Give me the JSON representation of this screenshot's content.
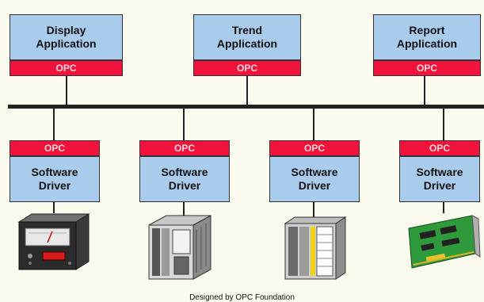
{
  "applications": [
    {
      "label_line1": "Display",
      "label_line2": "Application",
      "opc": "OPC"
    },
    {
      "label_line1": "Trend",
      "label_line2": "Application",
      "opc": "OPC"
    },
    {
      "label_line1": "Report",
      "label_line2": "Application",
      "opc": "OPC"
    }
  ],
  "drivers": [
    {
      "opc": "OPC",
      "label_line1": "Software",
      "label_line2": "Driver",
      "device": "panel-meter-icon"
    },
    {
      "opc": "OPC",
      "label_line1": "Software",
      "label_line2": "Driver",
      "device": "plc-module-icon"
    },
    {
      "opc": "OPC",
      "label_line1": "Software",
      "label_line2": "Driver",
      "device": "io-rack-icon"
    },
    {
      "opc": "OPC",
      "label_line1": "Software",
      "label_line2": "Driver",
      "device": "interface-card-icon"
    }
  ],
  "caption": "Designed by OPC Foundation",
  "colors": {
    "box": "#a9cbec",
    "opc": "#f0143c",
    "background": "#fbfaee"
  }
}
